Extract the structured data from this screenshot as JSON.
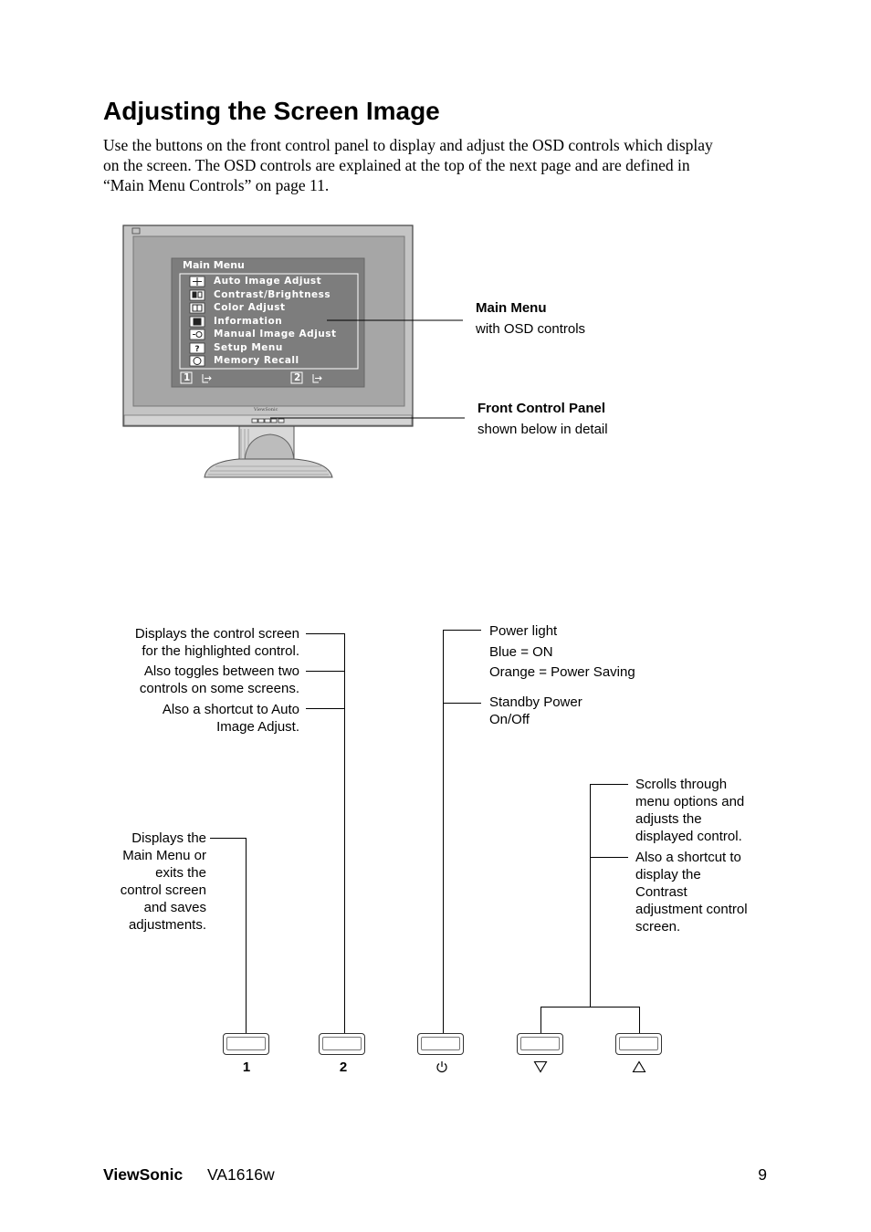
{
  "page": {
    "title": "Adjusting the Screen Image",
    "intro_lines": [
      "Use the buttons on the front control panel to display and adjust the OSD controls which display",
      "on the screen. The OSD controls are explained at the top of the next page and are defined in",
      "“Main Menu Controls” on page 11."
    ]
  },
  "monitor": {
    "brand_mark": "ViewSonic",
    "osd": {
      "title": "Main Menu",
      "items": [
        {
          "label": "Auto Image Adjust",
          "icon": "auto-adjust-icon"
        },
        {
          "label": "Contrast/Brightness",
          "icon": "contrast-icon"
        },
        {
          "label": "Color Adjust",
          "icon": "color-icon"
        },
        {
          "label": "Information",
          "icon": "info-icon"
        },
        {
          "label": "Manual Image Adjust",
          "icon": "manual-adjust-icon"
        },
        {
          "label": "Setup Menu",
          "icon": "setup-icon"
        },
        {
          "label": "Memory Recall",
          "icon": "memory-icon"
        }
      ],
      "footer_1": "1",
      "footer_2": "2"
    }
  },
  "callouts": {
    "main_menu": {
      "title": "Main Menu",
      "sub": "with OSD controls"
    },
    "front_panel": {
      "title": "Front Control Panel",
      "sub": "shown below in detail"
    },
    "button2": [
      [
        "Displays the control screen",
        "for the highlighted control."
      ],
      [
        "Also toggles between two",
        "controls on some screens."
      ],
      [
        "Also a shortcut to Auto",
        "Image Adjust."
      ]
    ],
    "button1": [
      "Displays the",
      "Main Menu or",
      "exits the",
      "control screen",
      "and saves",
      "adjustments."
    ],
    "power": {
      "light_lines": [
        "Power light",
        "Blue = ON",
        "Orange = Power Saving"
      ],
      "standby_lines": [
        "Standby Power",
        "On/Off"
      ]
    },
    "arrows": {
      "scroll_lines": [
        "Scrolls through",
        "menu options and",
        "adjusts the",
        "displayed control."
      ],
      "shortcut_lines": [
        "Also a shortcut to",
        "display the",
        "Contrast",
        "adjustment control",
        "screen."
      ]
    }
  },
  "buttons": {
    "b1": "1",
    "b2": "2",
    "power_icon": "power-icon",
    "down_icon": "down-triangle-icon",
    "up_icon": "up-triangle-icon"
  },
  "footer": {
    "brand": "ViewSonic",
    "model": "VA1616w",
    "page_number": "9"
  }
}
